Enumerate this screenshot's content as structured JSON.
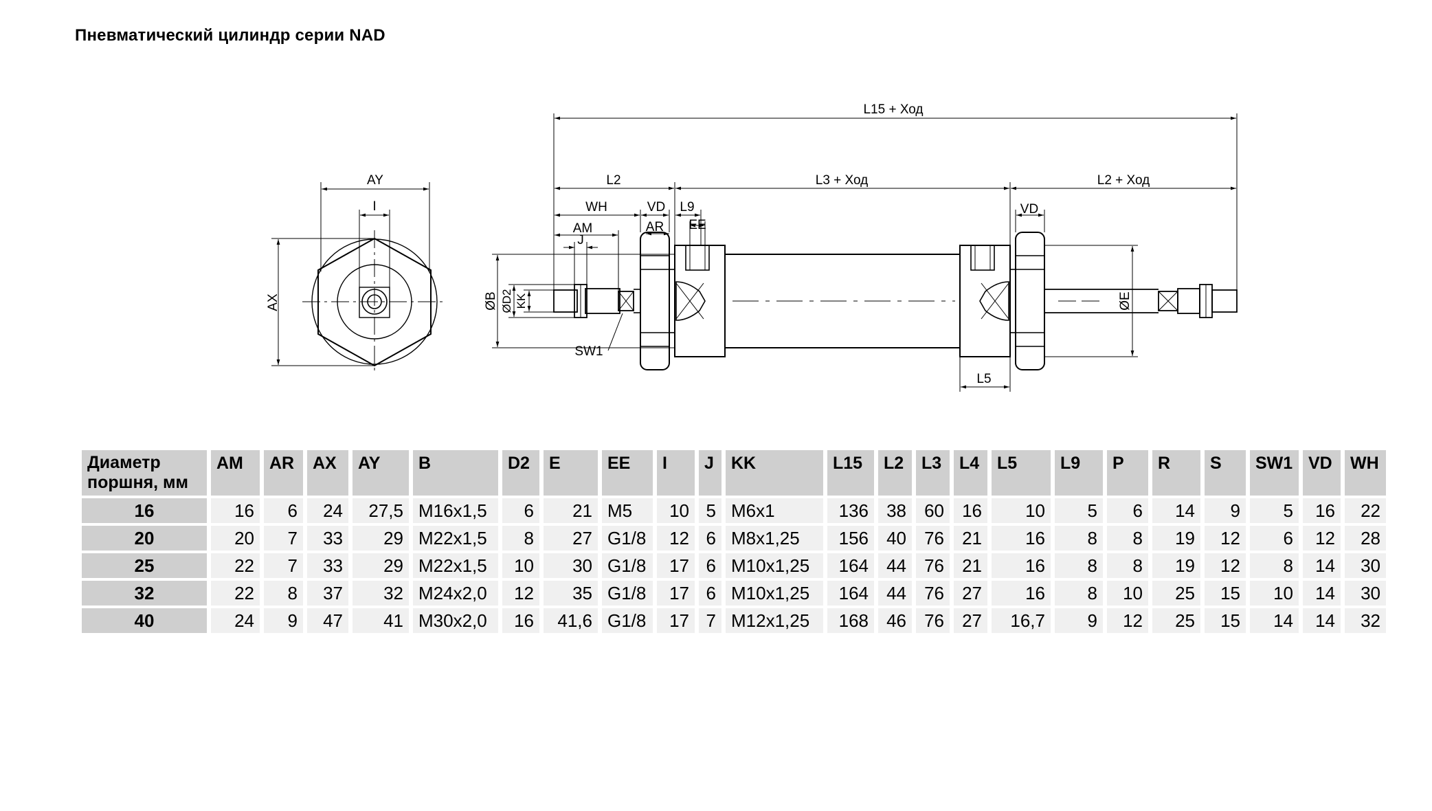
{
  "page": {
    "title": "Пневматический цилиндр серии NAD"
  },
  "drawing": {
    "labels": {
      "ay": "AY",
      "i": "I",
      "ax": "AX",
      "l15": "L15 + Ход",
      "l2": "L2",
      "l3": "L3 + Ход",
      "l2_right": "L2 + Ход",
      "wh": "WH",
      "vd": "VD",
      "l9": "L9",
      "ee": "EE",
      "am": "AM",
      "j": "J",
      "ar": "AR",
      "vd_right": "VD",
      "b": "ØB",
      "d2": "ØD2",
      "kk": "KK",
      "e": "ØE",
      "sw1": "SW1",
      "l5": "L5"
    }
  },
  "table": {
    "headers": [
      "Диаметр поршня, мм",
      "AM",
      "AR",
      "AX",
      "AY",
      "B",
      "D2",
      "E",
      "EE",
      "I",
      "J",
      "KK",
      "L15",
      "L2",
      "L3",
      "L4",
      "L5",
      "L9",
      "P",
      "R",
      "S",
      "SW1",
      "VD",
      "WH"
    ],
    "rows": [
      [
        "16",
        "16",
        "6",
        "24",
        "27,5",
        "M16x1,5",
        "6",
        "21",
        "M5",
        "10",
        "5",
        "M6x1",
        "136",
        "38",
        "60",
        "16",
        "10",
        "5",
        "6",
        "14",
        "9",
        "5",
        "16",
        "22"
      ],
      [
        "20",
        "20",
        "7",
        "33",
        "29",
        "M22x1,5",
        "8",
        "27",
        "G1/8",
        "12",
        "6",
        "M8x1,25",
        "156",
        "40",
        "76",
        "21",
        "16",
        "8",
        "8",
        "19",
        "12",
        "6",
        "12",
        "28"
      ],
      [
        "25",
        "22",
        "7",
        "33",
        "29",
        "M22x1,5",
        "10",
        "30",
        "G1/8",
        "17",
        "6",
        "M10x1,25",
        "164",
        "44",
        "76",
        "21",
        "16",
        "8",
        "8",
        "19",
        "12",
        "8",
        "14",
        "30"
      ],
      [
        "32",
        "22",
        "8",
        "37",
        "32",
        "M24x2,0",
        "12",
        "35",
        "G1/8",
        "17",
        "6",
        "M10x1,25",
        "164",
        "44",
        "76",
        "27",
        "16",
        "8",
        "10",
        "25",
        "15",
        "10",
        "14",
        "30"
      ],
      [
        "40",
        "24",
        "9",
        "47",
        "41",
        "M30x2,0",
        "16",
        "41,6",
        "G1/8",
        "17",
        "7",
        "M12x1,25",
        "168",
        "46",
        "76",
        "27",
        "16,7",
        "9",
        "12",
        "25",
        "15",
        "14",
        "14",
        "32"
      ]
    ]
  }
}
